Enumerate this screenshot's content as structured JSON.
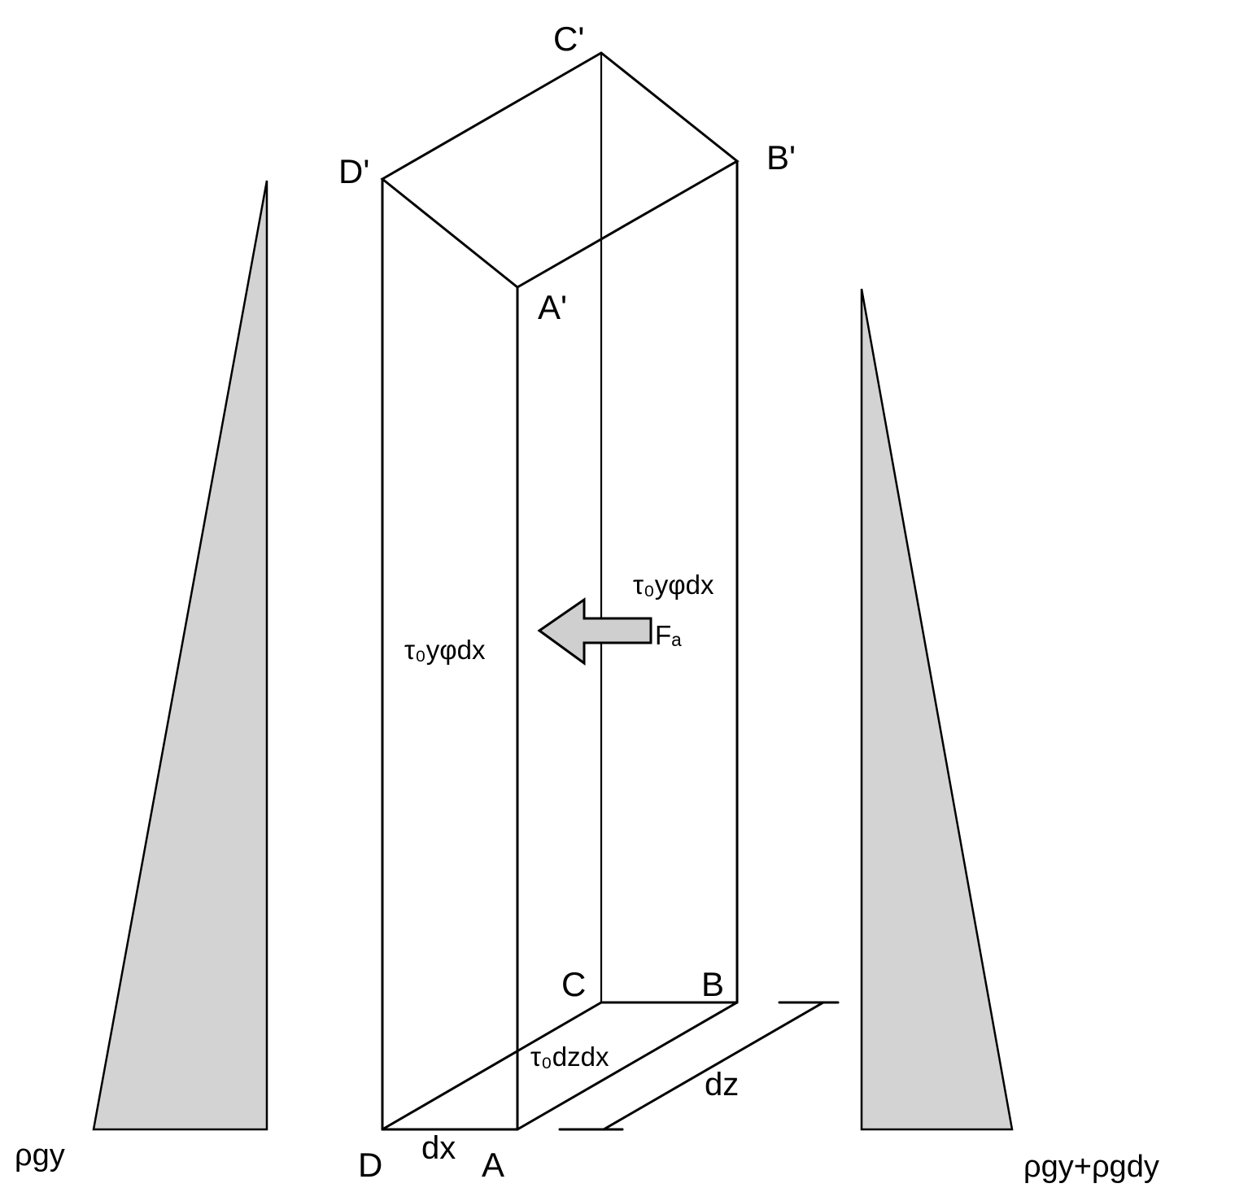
{
  "vertices": {
    "c_top": "C'",
    "d_top": "D'",
    "b_top": "B'",
    "a_top": "A'",
    "c": "C",
    "b": "B",
    "d": "D",
    "a": "A"
  },
  "dimensions": {
    "dx": "dx",
    "dz": "dz"
  },
  "stresses": {
    "side_right": "τ₀yφdx",
    "side_left": "τ₀yφdx",
    "bottom": "τ₀dzdx",
    "force": "Fₐ"
  },
  "pressures": {
    "left": "ρgy",
    "right": "ρgy+ρgdy"
  },
  "colors": {
    "line": "#000000",
    "fill": "#d3d3d3",
    "arrow_fill": "#cfcfcf"
  }
}
